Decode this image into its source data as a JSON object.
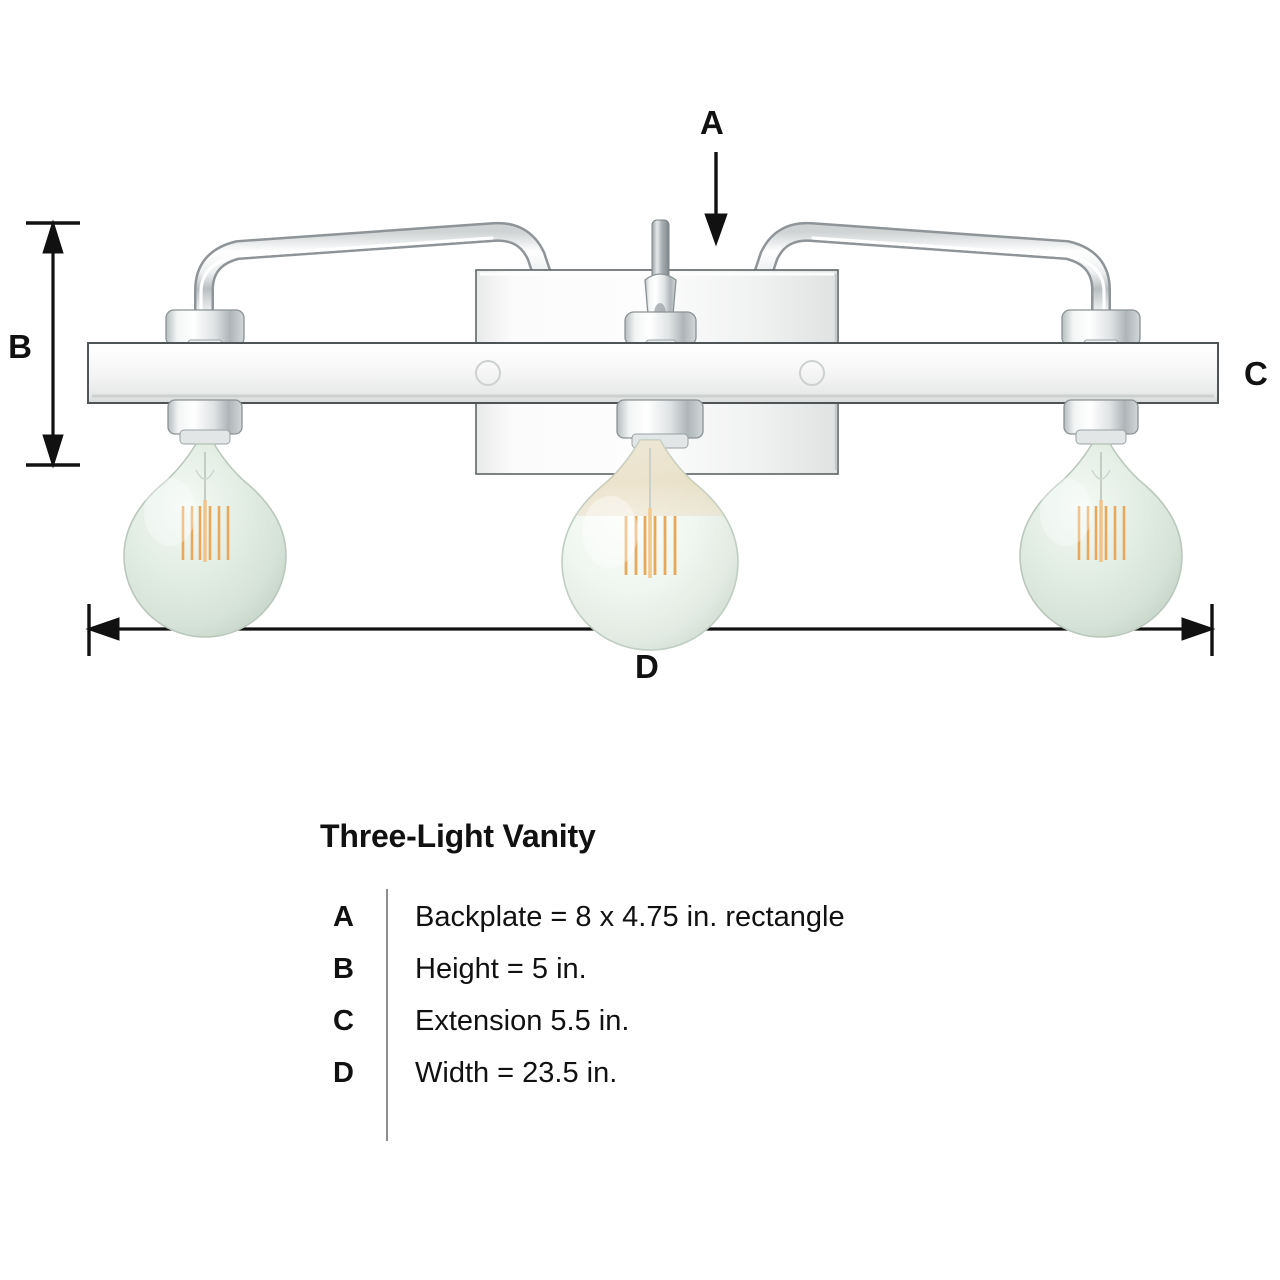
{
  "product": {
    "title": "Three-Light Vanity",
    "type": "bathroom vanity light fixture",
    "finish_color": "#f2f3f2",
    "accent_color": "#111111"
  },
  "diagram": {
    "callouts": [
      {
        "id": "A",
        "label": "A",
        "points_to": "backplate",
        "marker": "down-arrow"
      },
      {
        "id": "B",
        "label": "B",
        "points_to": "height",
        "marker": "vertical-double-arrow"
      },
      {
        "id": "C",
        "label": "C",
        "points_to": "extension",
        "marker": "none"
      },
      {
        "id": "D",
        "label": "D",
        "points_to": "width",
        "marker": "horizontal-double-arrow"
      }
    ],
    "bulbs": [
      {
        "position": "left",
        "glass_color": "#dfeae1",
        "filament_color": "#e8a85c"
      },
      {
        "position": "center",
        "glass_color": "#eef3ee",
        "filament_color": "#e8a85c"
      },
      {
        "position": "right",
        "glass_color": "#dfeae1",
        "filament_color": "#e8a85c"
      }
    ]
  },
  "spec_list": {
    "title": "Three-Light Vanity",
    "rows": [
      {
        "key": "A",
        "value": "Backplate = 8 x 4.75 in. rectangle"
      },
      {
        "key": "B",
        "value": "Height = 5 in."
      },
      {
        "key": "C",
        "value": "Extension 5.5 in."
      },
      {
        "key": "D",
        "value": "Width = 23.5 in."
      }
    ]
  }
}
